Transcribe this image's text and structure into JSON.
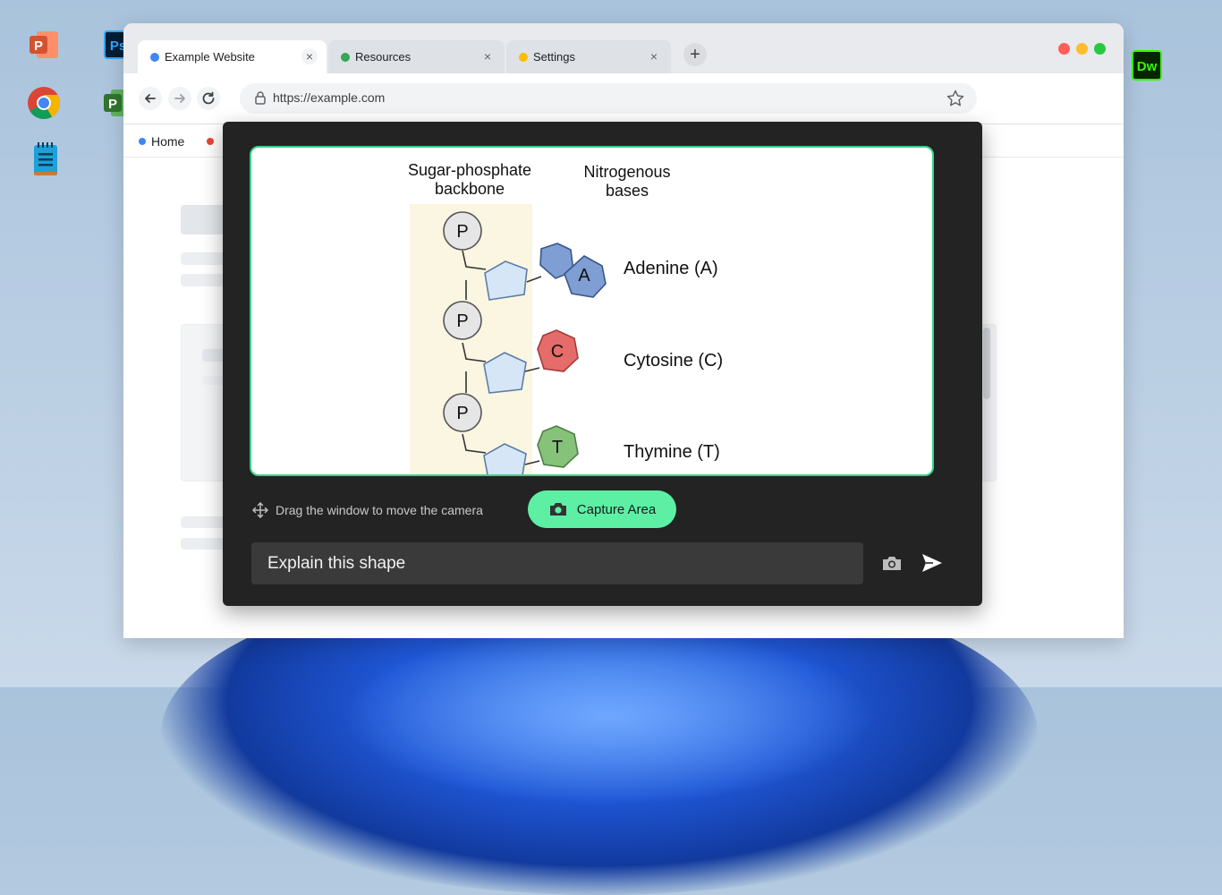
{
  "desktop": {
    "icons": [
      "powerpoint-icon",
      "photoshop-icon",
      "chrome-icon",
      "project-icon",
      "notepad-icon",
      "dreamweaver-icon"
    ],
    "ps_label": "Ps",
    "p_label": "P",
    "dw_label": "Dw"
  },
  "browser": {
    "tabs": [
      {
        "label": "Example Website",
        "dot_color": "#4285f4"
      },
      {
        "label": "Resources",
        "dot_color": "#34a853"
      },
      {
        "label": "Settings",
        "dot_color": "#fbbc04"
      }
    ],
    "close_glyph": "×",
    "new_tab_glyph": "+",
    "url": "https://example.com",
    "bookmarks": [
      {
        "label": "Home",
        "dot_color": "#4285f4"
      },
      {
        "label": "",
        "dot_color": "#ea4335"
      }
    ],
    "window_controls": {
      "close": "#ff5f57",
      "minimize": "#febc2e",
      "maximize": "#28c840"
    }
  },
  "overlay": {
    "diagram": {
      "backbone_label_1": "Sugar-phosphate",
      "backbone_label_2": "backbone",
      "bases_label_1": "Nitrogenous",
      "bases_label_2": "bases",
      "phosphate_label": "P",
      "bases": [
        {
          "letter": "A",
          "name": "Adenine (A)",
          "color": "#7f9ed3"
        },
        {
          "letter": "C",
          "name": "Cytosine (C)",
          "color": "#e66b6b"
        },
        {
          "letter": "T",
          "name": "Thymine (T)",
          "color": "#86c27a"
        }
      ]
    },
    "hint": "Drag the window to move the camera",
    "capture_label": "Capture Area",
    "prompt_text": "Explain this shape",
    "accent": "#36d38a"
  }
}
